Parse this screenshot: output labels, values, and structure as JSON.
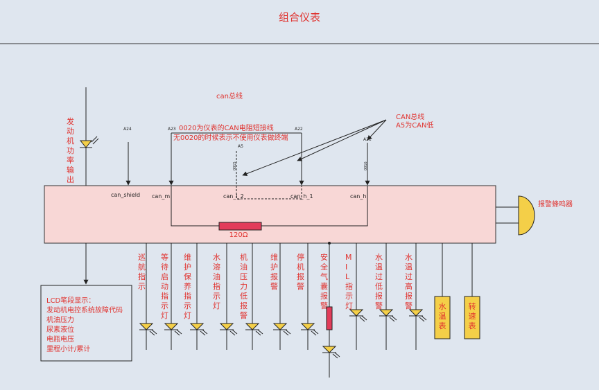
{
  "title": "组合仪表",
  "can_bus_label": "can总线",
  "annotations": {
    "note_line1": "0020为仪表的CAN电阻短接线",
    "note_line2": "无0020的时候表示不使用仪表做终端",
    "can_bus_note_line1": "CAN总线",
    "can_bus_note_line2": "A5为CAN低"
  },
  "pins": {
    "a24": "A24",
    "a23": "A23",
    "a5": "A5",
    "a22": "A22",
    "a21": "A21"
  },
  "wire_codes": {
    "w0015": "0015",
    "w0016": "0016"
  },
  "ports": {
    "can_shield": "can_shield",
    "can_m": "can_m",
    "can_l_2": "can_l_2",
    "can_h_1": "can_h_1",
    "can_h": "can_h"
  },
  "resistor": {
    "label": "120Ω"
  },
  "engine_power_output": "发动机功率输出",
  "buzzer_label": "报警蜂鸣器",
  "indicators": [
    "巡航指示",
    "等待启动指示灯",
    "维护保养指示灯",
    "水溶油指示灯",
    "机油压力低报警",
    "维护报警",
    "停机报警",
    "安全气囊报警",
    "MIL指示灯",
    "水温过低报警",
    "水温过高报警"
  ],
  "gauges": [
    "水温表",
    "转速表"
  ],
  "lcd": {
    "title": "LCD笔段显示：",
    "items": [
      "发动机电控系统故障代码",
      "机油压力",
      "尿素液位",
      "电瓶电压",
      "里程小计/累计"
    ]
  },
  "colors": {
    "background": "#dfe6ef",
    "module_fill": "#f8d7d6",
    "accent_red": "#e0332f",
    "lamp_yellow": "#f4cf48",
    "resistor_fill": "#e23c5a"
  }
}
